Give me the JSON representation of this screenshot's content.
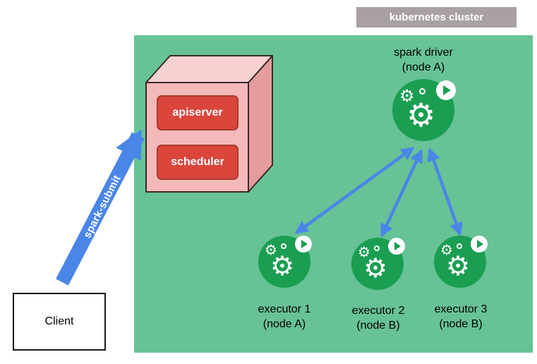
{
  "colors": {
    "cluster_bg": "#67c296",
    "cluster_label_bg": "#a9a1a1",
    "arrow_blue": "#4a86e8",
    "icon_green": "#1a9e52",
    "box_front": "#f4b9b9",
    "box_top": "#f8d2d2",
    "box_side": "#e49c9c",
    "box_outline": "#3a2a2a",
    "inner_box_bg": "#da453c",
    "inner_box_border": "#a93b30",
    "label_text": "#000000"
  },
  "icons": {
    "gear_glyph": "⚙"
  },
  "cluster": {
    "label": "kubernetes cluster"
  },
  "control_plane": {
    "apiserver": "apiserver",
    "scheduler": "scheduler"
  },
  "spark_submit": {
    "label": "spark-submit"
  },
  "client": {
    "label": "Client"
  },
  "driver": {
    "line1": "spark driver",
    "line2": "(node A)"
  },
  "executors": [
    {
      "line1": "executor 1",
      "line2": "(node A)"
    },
    {
      "line1": "executor 2",
      "line2": "(node B)"
    },
    {
      "line1": "executor 3",
      "line2": "(node B)"
    }
  ]
}
